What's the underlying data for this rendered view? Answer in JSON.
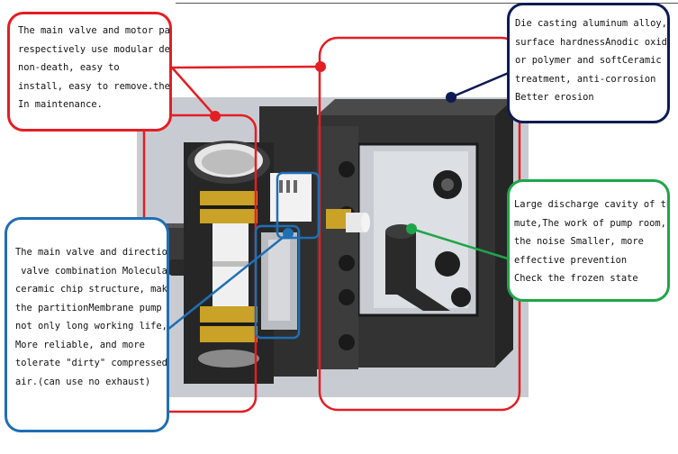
{
  "colors": {
    "red": "#e31e24",
    "navy": "#0d1b55",
    "green": "#1ea54a",
    "blue": "#1f6fb5",
    "housing": "#2e2e2e",
    "brass": "#c9a227",
    "background": "#c8ccd2"
  },
  "callouts": {
    "main_valve": {
      "lines": [
        "The main valve and motor parts",
        "respectively use modular design,",
        "non-death, easy to",
        "install, easy to remove.then",
        "In maintenance."
      ]
    },
    "casting": {
      "lines": [
        "Die casting aluminum alloy,",
        "surface hardnessAnodic oxidation,",
        "or polymer and softCeramic surface",
        "treatment, anti-corrosion",
        "Better erosion"
      ]
    },
    "discharge": {
      "lines": [
        "Large discharge cavity of the",
        "mute,The work of pump room,",
        "the noise Smaller, more",
        "effective prevention",
        "Check the frozen state"
      ]
    },
    "directional": {
      "lines": [
        "The main valve and directional",
        " valve combination Molecular",
        "ceramic chip structure, make",
        "the partitionMembrane pump",
        "not only long working life,",
        "More reliable, and more",
        "tolerate \"dirty\" compressed",
        "air.(can use no exhaust)"
      ]
    }
  }
}
